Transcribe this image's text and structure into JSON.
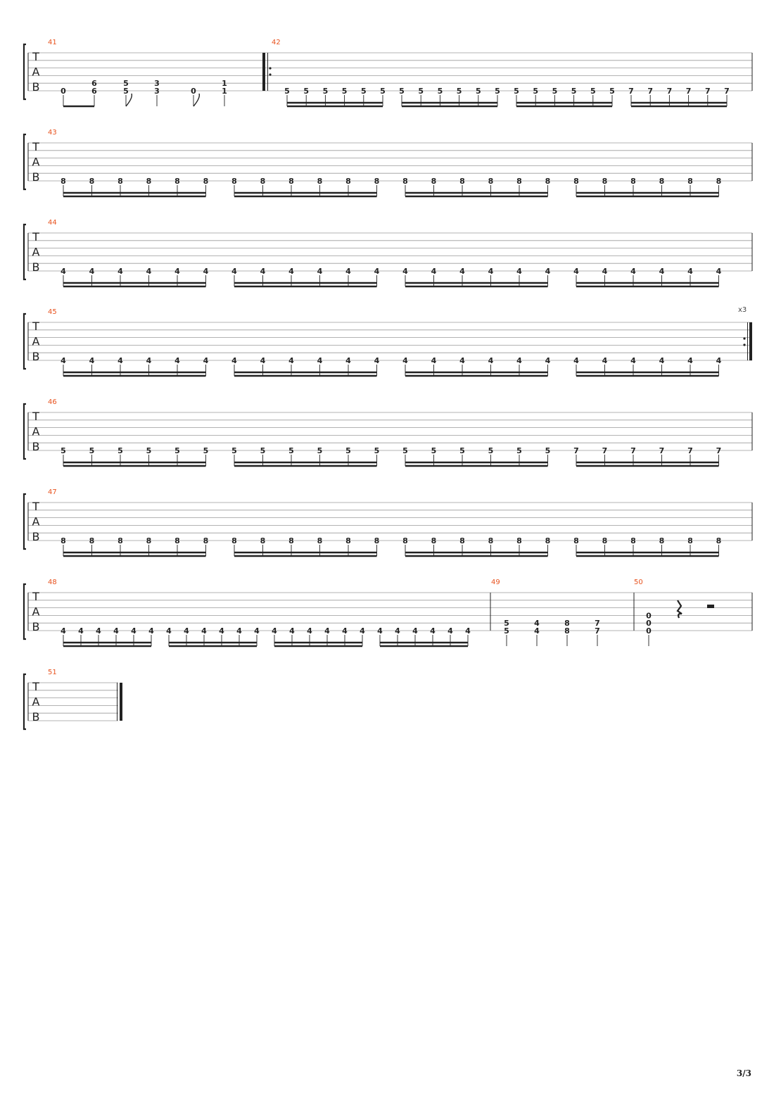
{
  "page": {
    "number_label": "3/3"
  },
  "colors": {
    "measure_number": "#e8531f",
    "staff_line": "#9a9a9a",
    "ink": "#222222"
  },
  "tab_clef": [
    "T",
    "A",
    "B"
  ],
  "repeat_label": "x3",
  "measures": [
    {
      "number": "41",
      "notes": [
        {
          "fret": "0",
          "string": 6,
          "beat": 0
        },
        {
          "fret": "6",
          "string": 5,
          "beat": 1
        },
        {
          "fret": "6",
          "string": 6,
          "beat": 1
        },
        {
          "fret": "5",
          "string": 5,
          "beat": 2
        },
        {
          "fret": "5",
          "string": 6,
          "beat": 2
        },
        {
          "fret": "3",
          "string": 5,
          "beat": 3
        },
        {
          "fret": "3",
          "string": 6,
          "beat": 3
        },
        {
          "fret": "0",
          "string": 6,
          "beat": 4
        },
        {
          "fret": "1",
          "string": 5,
          "beat": 5
        },
        {
          "fret": "1",
          "string": 6,
          "beat": 5
        }
      ]
    },
    {
      "number": "42",
      "groups": [
        {
          "fret": "5",
          "count": 6
        },
        {
          "fret": "5",
          "count": 6
        },
        {
          "fret": "5",
          "count": 6
        },
        {
          "fret": "7",
          "count": 6
        }
      ]
    },
    {
      "number": "43",
      "groups": [
        {
          "fret": "8",
          "count": 6
        },
        {
          "fret": "8",
          "count": 6
        },
        {
          "fret": "8",
          "count": 6
        },
        {
          "fret": "8",
          "count": 6
        }
      ]
    },
    {
      "number": "44",
      "groups": [
        {
          "fret": "4",
          "count": 6
        },
        {
          "fret": "4",
          "count": 6
        },
        {
          "fret": "4",
          "count": 6
        },
        {
          "fret": "4",
          "count": 6
        }
      ]
    },
    {
      "number": "45",
      "groups": [
        {
          "fret": "4",
          "count": 6
        },
        {
          "fret": "4",
          "count": 6
        },
        {
          "fret": "4",
          "count": 6
        },
        {
          "fret": "4",
          "count": 6
        }
      ]
    },
    {
      "number": "46",
      "groups": [
        {
          "fret": "5",
          "count": 6
        },
        {
          "fret": "5",
          "count": 6
        },
        {
          "fret": "5",
          "count": 6
        },
        {
          "fret": "7",
          "count": 6
        }
      ]
    },
    {
      "number": "47",
      "groups": [
        {
          "fret": "8",
          "count": 6
        },
        {
          "fret": "8",
          "count": 6
        },
        {
          "fret": "8",
          "count": 6
        },
        {
          "fret": "8",
          "count": 6
        }
      ]
    },
    {
      "number": "48",
      "groups": [
        {
          "fret": "4",
          "count": 6
        },
        {
          "fret": "4",
          "count": 6
        },
        {
          "fret": "4",
          "count": 6
        },
        {
          "fret": "4",
          "count": 6
        }
      ]
    },
    {
      "number": "49",
      "chords": [
        [
          "5",
          "5"
        ],
        [
          "4",
          "4"
        ],
        [
          "8",
          "8"
        ],
        [
          "7",
          "7"
        ]
      ]
    },
    {
      "number": "50",
      "chords": [
        [
          "0",
          "0",
          "0"
        ]
      ]
    },
    {
      "number": "51"
    }
  ]
}
